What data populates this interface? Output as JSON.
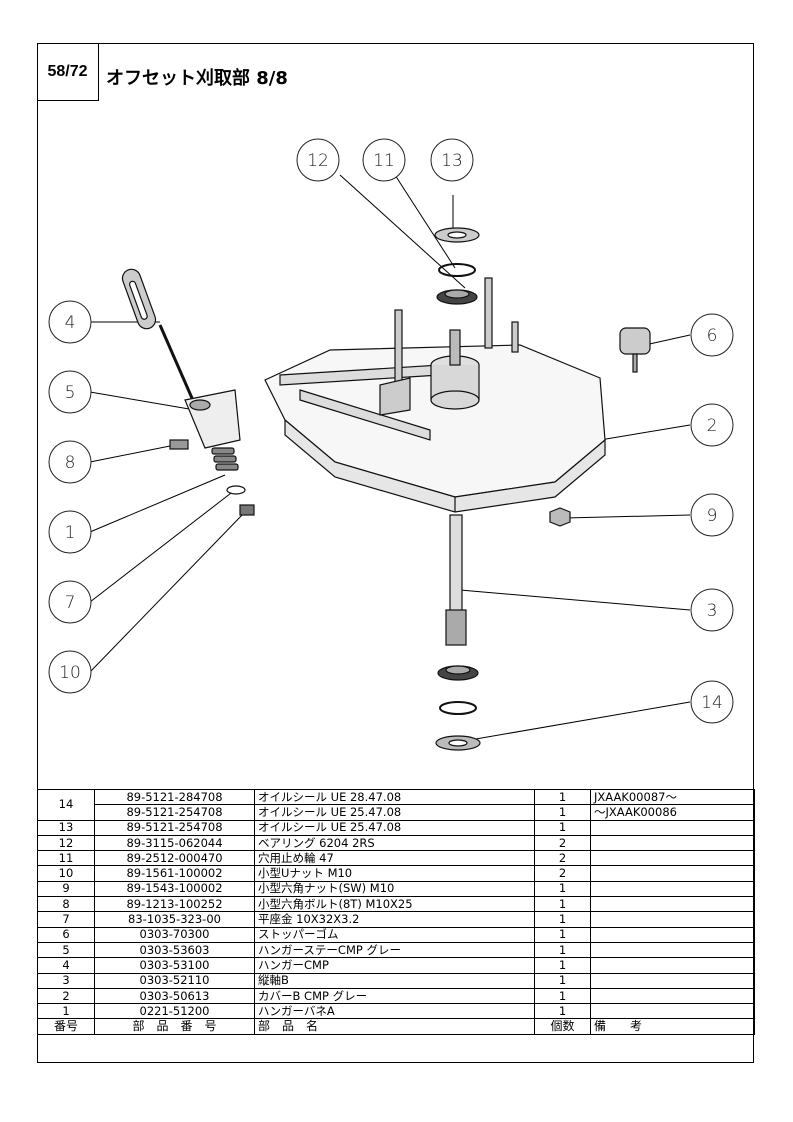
{
  "header": {
    "page": "58/72",
    "title": "オフセット刈取部 8/8"
  },
  "callouts": [
    {
      "n": "12"
    },
    {
      "n": "11"
    },
    {
      "n": "13"
    },
    {
      "n": "4"
    },
    {
      "n": "6"
    },
    {
      "n": "5"
    },
    {
      "n": "2"
    },
    {
      "n": "8"
    },
    {
      "n": "9"
    },
    {
      "n": "1"
    },
    {
      "n": "3"
    },
    {
      "n": "7"
    },
    {
      "n": "10"
    },
    {
      "n": "14"
    }
  ],
  "table": {
    "header": {
      "no": "番号",
      "part_no": "部　品　番　号",
      "name": "部　品　名",
      "qty": "個数",
      "remarks": "備　　考"
    },
    "rows": [
      {
        "no": "14",
        "part_no": "89-5121-284708",
        "name": "オイルシール UE 28.47.08",
        "qty": "1",
        "remarks": "JXAAK00087～"
      },
      {
        "no": "",
        "part_no": "89-5121-254708",
        "name": "オイルシール UE 25.47.08",
        "qty": "1",
        "remarks": "～JXAAK00086"
      },
      {
        "no": "13",
        "part_no": "89-5121-254708",
        "name": "オイルシール UE 25.47.08",
        "qty": "1",
        "remarks": ""
      },
      {
        "no": "12",
        "part_no": "89-3115-062044",
        "name": "ベアリング 6204 2RS",
        "qty": "2",
        "remarks": ""
      },
      {
        "no": "11",
        "part_no": "89-2512-000470",
        "name": "穴用止め輪 47",
        "qty": "2",
        "remarks": ""
      },
      {
        "no": "10",
        "part_no": "89-1561-100002",
        "name": "小型Uナット M10",
        "qty": "2",
        "remarks": ""
      },
      {
        "no": "9",
        "part_no": "89-1543-100002",
        "name": "小型六角ナット(SW) M10",
        "qty": "1",
        "remarks": ""
      },
      {
        "no": "8",
        "part_no": "89-1213-100252",
        "name": "小型六角ボルト(8T) M10X25",
        "qty": "1",
        "remarks": ""
      },
      {
        "no": "7",
        "part_no": "83-1035-323-00",
        "name": "平座金 10X32X3.2",
        "qty": "1",
        "remarks": ""
      },
      {
        "no": "6",
        "part_no": "0303-70300",
        "name": "ストッパーゴム",
        "qty": "1",
        "remarks": ""
      },
      {
        "no": "5",
        "part_no": "0303-53603",
        "name": "ハンガーステーCMP グレー",
        "qty": "1",
        "remarks": ""
      },
      {
        "no": "4",
        "part_no": "0303-53100",
        "name": "ハンガーCMP",
        "qty": "1",
        "remarks": ""
      },
      {
        "no": "3",
        "part_no": "0303-52110",
        "name": "縦軸B",
        "qty": "1",
        "remarks": ""
      },
      {
        "no": "2",
        "part_no": "0303-50613",
        "name": "カバーB CMP グレー",
        "qty": "1",
        "remarks": ""
      },
      {
        "no": "1",
        "part_no": "0221-51200",
        "name": "ハンガーバネA",
        "qty": "1",
        "remarks": ""
      }
    ]
  }
}
